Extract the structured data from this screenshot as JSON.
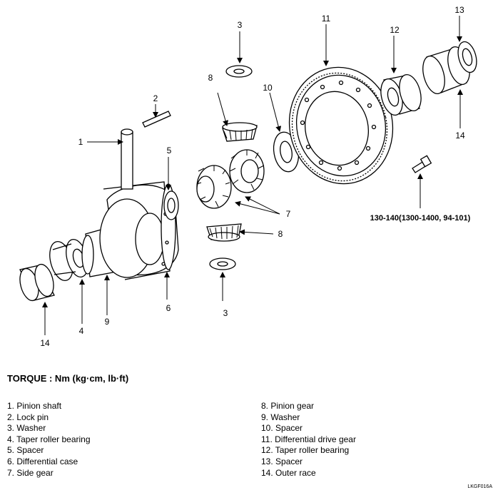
{
  "diagram": {
    "callouts": {
      "c1": "1",
      "c2": "2",
      "c3a": "3",
      "c3b": "3",
      "c4": "4",
      "c5": "5",
      "c6": "6",
      "c7": "7",
      "c8a": "8",
      "c8b": "8",
      "c9": "9",
      "c10": "10",
      "c11": "11",
      "c12": "12",
      "c13": "13",
      "c14a": "14",
      "c14b": "14"
    },
    "torque_spec": "130-140(1300-1400, 94-101)"
  },
  "torque_heading": "TORQUE : Nm (kg·cm, lb·ft)",
  "legend_left": [
    "1. Pinion shaft",
    "2. Lock pin",
    "3. Washer",
    "4. Taper roller bearing",
    "5. Spacer",
    "6. Differential case",
    "7. Side gear"
  ],
  "legend_right": [
    "8. Pinion gear",
    "9. Washer",
    "10. Spacer",
    "11. Differential drive gear",
    "12. Taper roller bearing",
    "13. Spacer",
    "14. Outer race"
  ],
  "figure_code": "LKGF016A"
}
